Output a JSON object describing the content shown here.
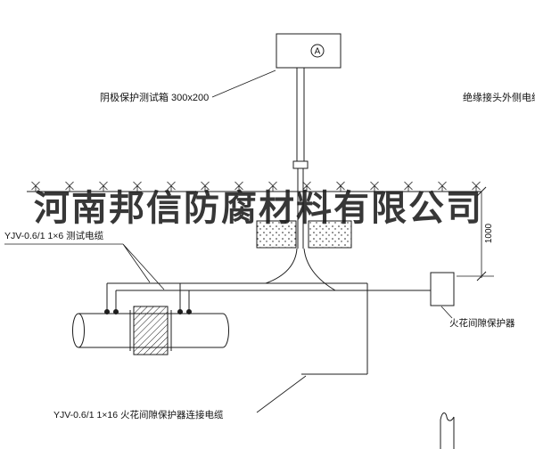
{
  "drawing": {
    "watermark": "河南邦信防腐材料有限公司",
    "test_box_label": "阴极保护测试箱 300x200",
    "outer_cable_label": "绝缘接头外侧电缆",
    "test_cable_label": "YJV-0.6/1 1×6 测试电缆",
    "spark_gap_label": "火花间隙保护器",
    "protector_cable_label": "YJV-0.6/1 1×16 火花间隙保护器连接电缆",
    "meter_symbol": "A",
    "dimension_value": "1000"
  },
  "colors": {
    "line": "#1c1c1c",
    "text": "#111111",
    "watermark": "#1a1a1a",
    "background": "#ffffff"
  }
}
